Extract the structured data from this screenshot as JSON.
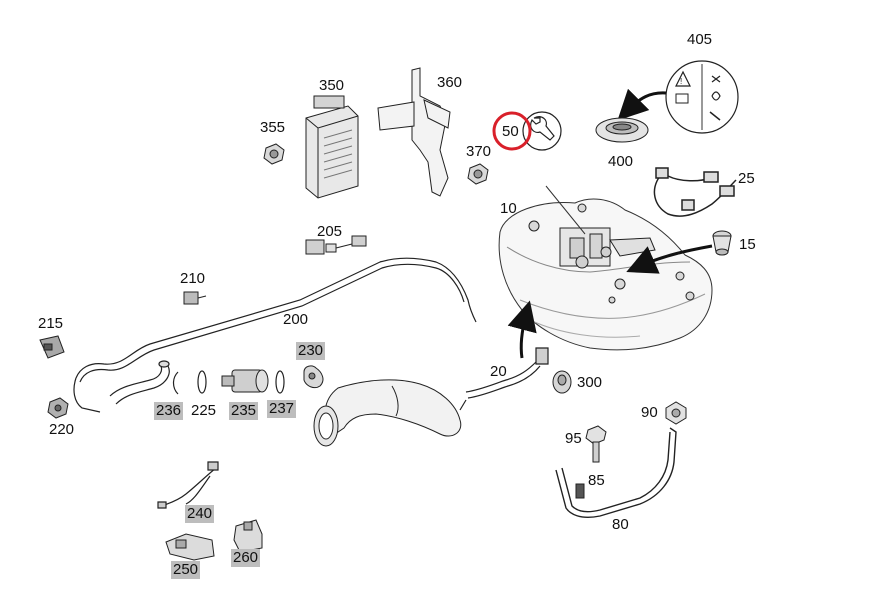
{
  "diagram": {
    "callouts": [
      {
        "id": "405",
        "label": "405",
        "highlighted": false,
        "shaded": false
      },
      {
        "id": "350",
        "label": "350",
        "highlighted": false,
        "shaded": false
      },
      {
        "id": "360",
        "label": "360",
        "highlighted": false,
        "shaded": false
      },
      {
        "id": "355",
        "label": "355",
        "highlighted": false,
        "shaded": false
      },
      {
        "id": "50",
        "label": "50",
        "highlighted": true,
        "shaded": false
      },
      {
        "id": "370",
        "label": "370",
        "highlighted": false,
        "shaded": false
      },
      {
        "id": "400",
        "label": "400",
        "highlighted": false,
        "shaded": false
      },
      {
        "id": "25",
        "label": "25",
        "highlighted": false,
        "shaded": false
      },
      {
        "id": "10",
        "label": "10",
        "highlighted": false,
        "shaded": false
      },
      {
        "id": "15",
        "label": "15",
        "highlighted": false,
        "shaded": false
      },
      {
        "id": "205",
        "label": "205",
        "highlighted": false,
        "shaded": false
      },
      {
        "id": "210",
        "label": "210",
        "highlighted": false,
        "shaded": false
      },
      {
        "id": "200",
        "label": "200",
        "highlighted": false,
        "shaded": false
      },
      {
        "id": "215",
        "label": "215",
        "highlighted": false,
        "shaded": false
      },
      {
        "id": "230",
        "label": "230",
        "highlighted": false,
        "shaded": true
      },
      {
        "id": "20",
        "label": "20",
        "highlighted": false,
        "shaded": false
      },
      {
        "id": "300",
        "label": "300",
        "highlighted": false,
        "shaded": false
      },
      {
        "id": "236",
        "label": "236",
        "highlighted": false,
        "shaded": true
      },
      {
        "id": "225",
        "label": "225",
        "highlighted": false,
        "shaded": false
      },
      {
        "id": "235",
        "label": "235",
        "highlighted": false,
        "shaded": true
      },
      {
        "id": "237",
        "label": "237",
        "highlighted": false,
        "shaded": true
      },
      {
        "id": "220",
        "label": "220",
        "highlighted": false,
        "shaded": false
      },
      {
        "id": "90",
        "label": "90",
        "highlighted": false,
        "shaded": false
      },
      {
        "id": "95",
        "label": "95",
        "highlighted": false,
        "shaded": false
      },
      {
        "id": "85",
        "label": "85",
        "highlighted": false,
        "shaded": false
      },
      {
        "id": "80",
        "label": "80",
        "highlighted": false,
        "shaded": false
      },
      {
        "id": "240",
        "label": "240",
        "highlighted": false,
        "shaded": true
      },
      {
        "id": "250",
        "label": "250",
        "highlighted": false,
        "shaded": true
      },
      {
        "id": "260",
        "label": "260",
        "highlighted": false,
        "shaded": true
      }
    ],
    "highlight_color": "#d9202a",
    "shade_color": "#bdbdbd",
    "line_color": "#222222"
  }
}
